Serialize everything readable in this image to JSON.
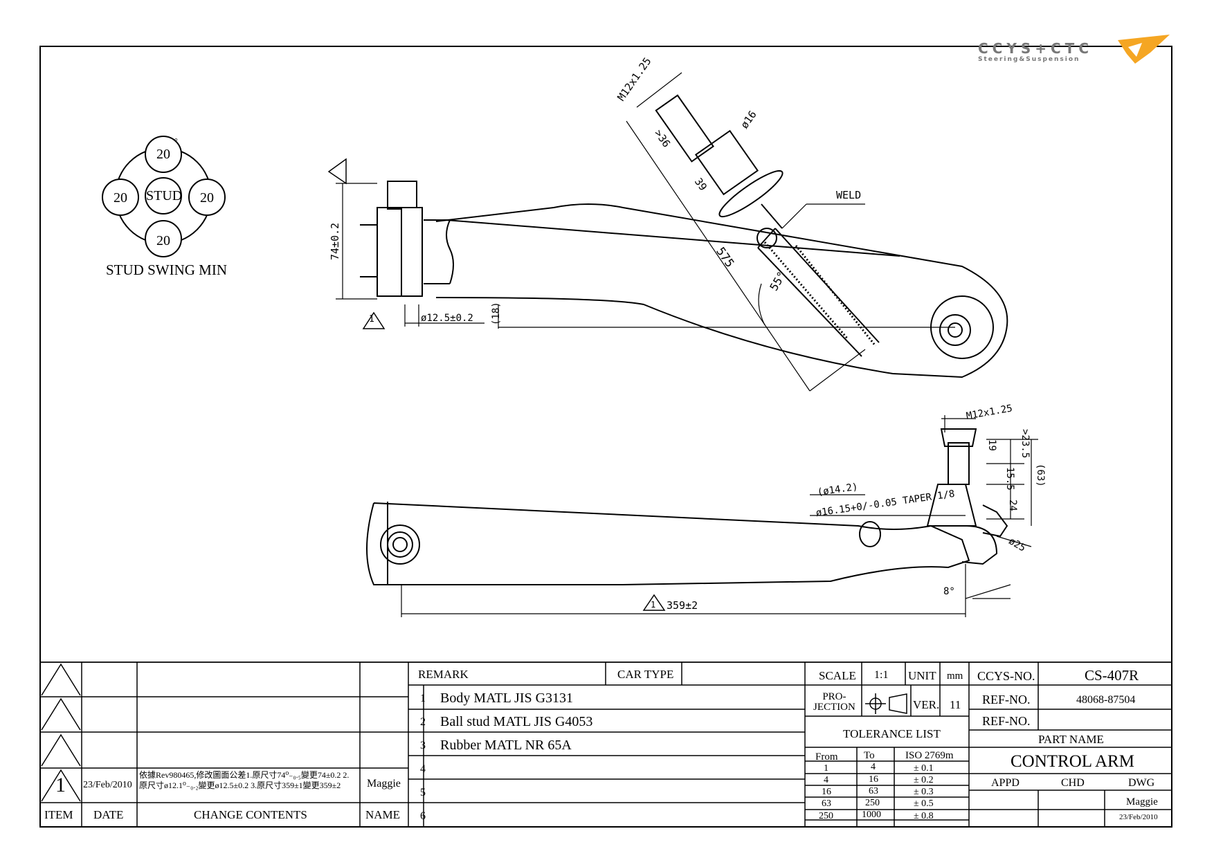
{
  "logo": {
    "brand": "CCYS+CTC",
    "tagline": "Steering&Suspension"
  },
  "stud_swing": {
    "title": "STUD SWING MIN",
    "center": "STUD",
    "angles": [
      "20",
      "20",
      "20",
      "20"
    ],
    "degree_mark": "°"
  },
  "dimensions": {
    "thread_top": "M12x1.25",
    "len_36": ">36",
    "dia_16": "ø16",
    "len_39": "39",
    "len_575": "575",
    "angle_55": "55°",
    "weld": "WELD",
    "height_74": "74±0.2",
    "dia_12_5": "ø12.5±0.2",
    "len_18": "(18)",
    "thread_side": "M12x1.25",
    "len_23_5": ">23.5",
    "len_19": "19",
    "len_15_5": "15.5",
    "len_63": "(63)",
    "dia_14_2": "(ø14.2)",
    "taper": "ø16.15+0/-0.05  TAPER 1/8",
    "len_24": "24",
    "dia_25": "ø25",
    "angle_8": "8°",
    "len_359": "359±2",
    "rev_marker": "1"
  },
  "title_block": {
    "revisions": {
      "headers": [
        "ITEM",
        "DATE",
        "CHANGE CONTENTS",
        "NAME"
      ],
      "rows": [
        {
          "item": "1",
          "date": "23/Feb/2010",
          "contents": "依據Rev980465,修改圖面公差1.原尺寸74⁰₋₀.₅變更74±0.2 2.原尺寸ø12.1⁰₋₀.₂變更ø12.5±0.2 3.原尺寸359±1變更359±2",
          "name": "Maggie"
        }
      ]
    },
    "remark_header": "REMARK",
    "car_type_label": "CAR TYPE",
    "remarks": [
      {
        "no": "1",
        "text": "Body MATL JIS G3131"
      },
      {
        "no": "2",
        "text": "Ball stud MATL JIS G4053"
      },
      {
        "no": "3",
        "text": "Rubber MATL NR 65A"
      },
      {
        "no": "4",
        "text": ""
      },
      {
        "no": "5",
        "text": ""
      },
      {
        "no": "6",
        "text": ""
      }
    ],
    "scale_label": "SCALE",
    "scale_value": "1:1",
    "unit_label": "UNIT",
    "unit_value": "mm",
    "projection_label": "PRO-\nJECTION",
    "ver_label": "VER.",
    "ver_value": "11",
    "tolerance_title": "TOLERANCE LIST",
    "tolerance_headers": [
      "From",
      "To",
      "ISO 2769m"
    ],
    "tolerance_rows": [
      [
        "1",
        "4",
        "± 0.1"
      ],
      [
        "4",
        "16",
        "± 0.2"
      ],
      [
        "16",
        "63",
        "± 0.3"
      ],
      [
        "63",
        "250",
        "± 0.5"
      ],
      [
        "250",
        "1000",
        "± 0.8"
      ]
    ],
    "ccys_no_label": "CCYS-NO.",
    "ccys_no_value": "CS-407R",
    "ref_no_label": "REF-NO.",
    "ref_no_value": "48068-87504",
    "ref_no2_label": "REF-NO.",
    "ref_no2_value": "",
    "part_name_label": "PART NAME",
    "part_name_value": "CONTROL ARM",
    "appd_label": "APPD",
    "chd_label": "CHD",
    "dwg_label": "DWG",
    "dwg_name": "Maggie",
    "dwg_date": "23/Feb/2010"
  }
}
